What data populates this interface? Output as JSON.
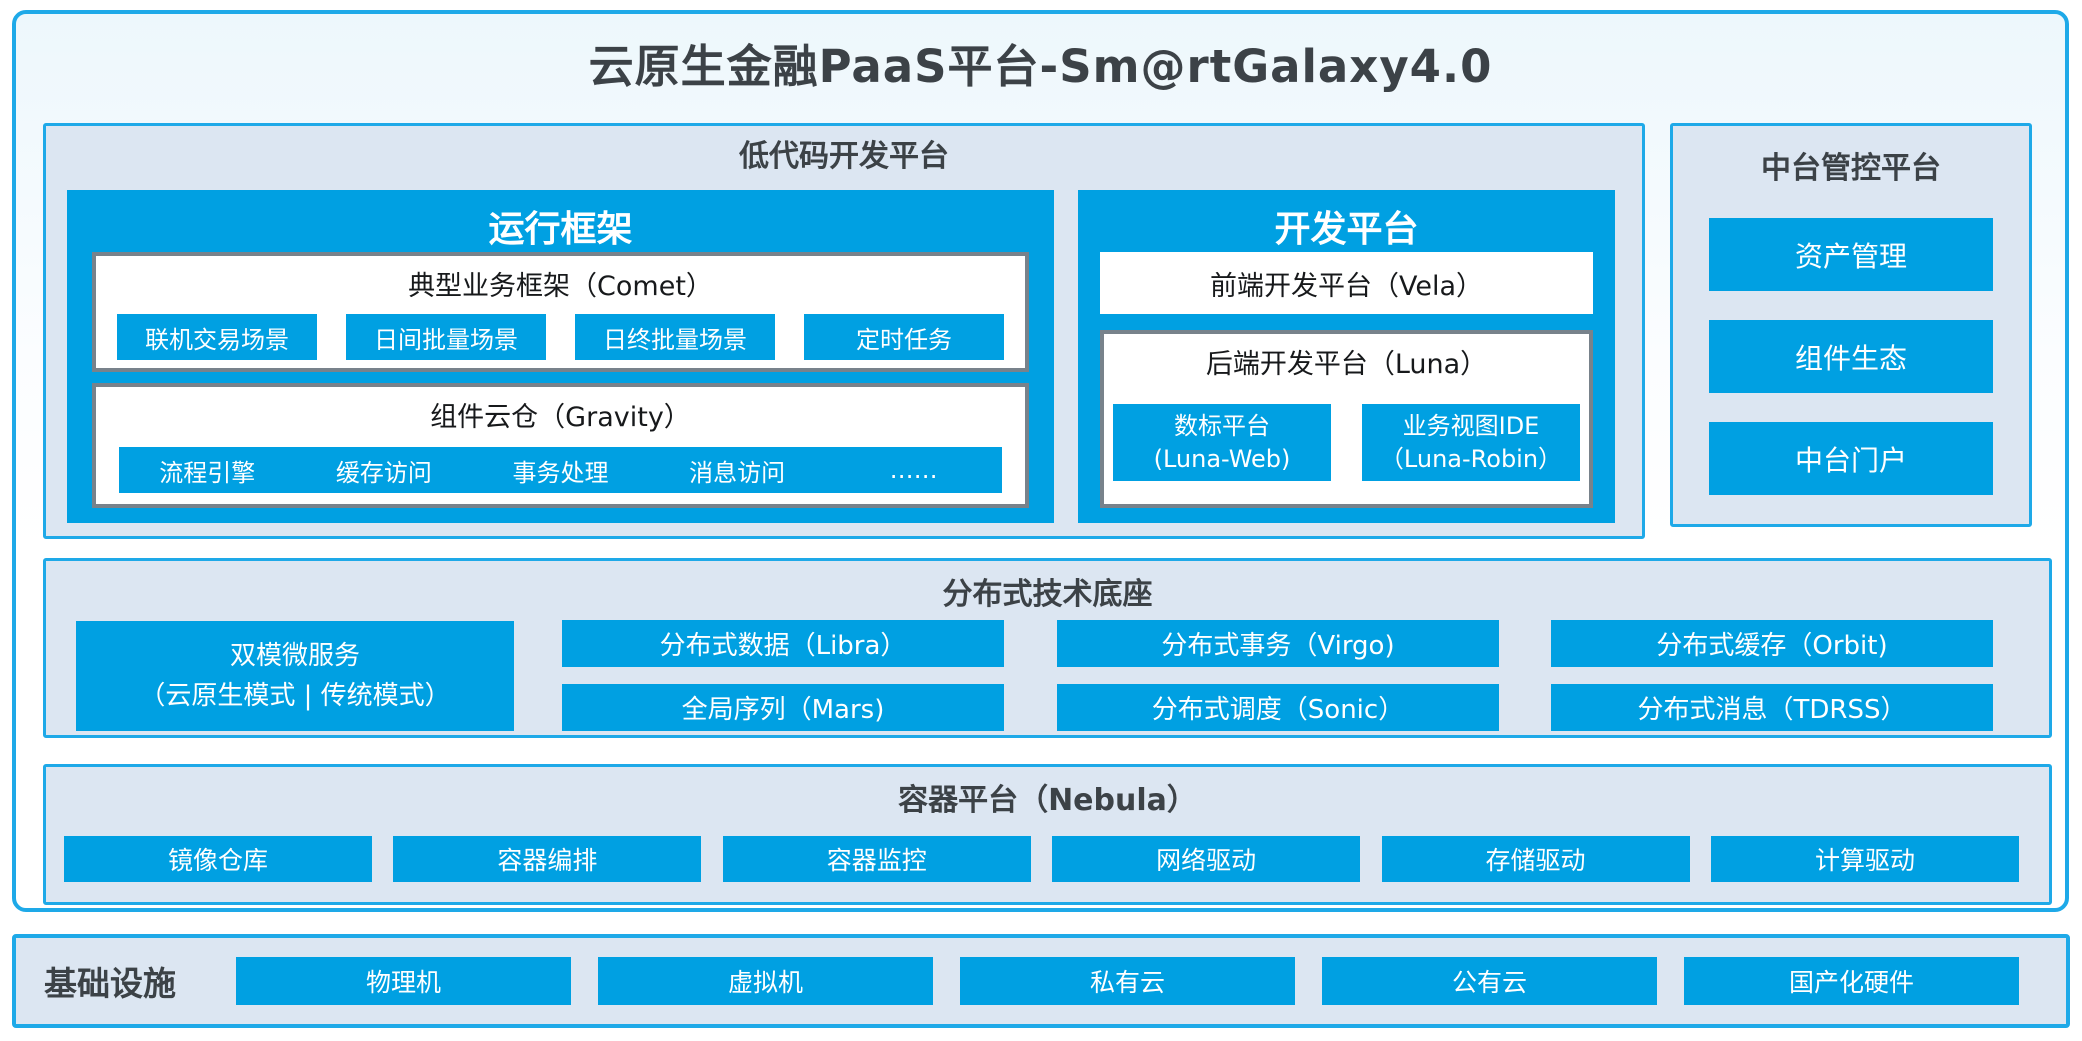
{
  "title": "云原生金融PaaS平台-Sm@rtGalaxy4.0",
  "colors": {
    "accent": "#00a0e2",
    "border": "#1ea9e8",
    "panel": "#dce6f2",
    "grayborder": "#78828b",
    "dark": "#3c4247",
    "ink": "#17191b"
  },
  "lowcode": {
    "title": "低代码开发平台",
    "runtime": {
      "title": "运行框架",
      "comet": {
        "title": "典型业务框架（Comet）",
        "items": [
          "联机交易场景",
          "日间批量场景",
          "日终批量场景",
          "定时任务"
        ]
      },
      "gravity": {
        "title": "组件云仓（Gravity）",
        "items": [
          "流程引擎",
          "缓存访问",
          "事务处理",
          "消息访问",
          "……"
        ]
      }
    },
    "dev": {
      "title": "开发平台",
      "vela": "前端开发平台（Vela）",
      "luna": {
        "title": "后端开发平台（Luna）",
        "items": [
          {
            "line1": "数标平台",
            "line2": "(Luna-Web)"
          },
          {
            "line1": "业务视图IDE",
            "line2": "（Luna-Robin）"
          }
        ]
      }
    }
  },
  "midplatform": {
    "title": "中台管控平台",
    "items": [
      "资产管理",
      "组件生态",
      "中台门户"
    ]
  },
  "distributed": {
    "title": "分布式技术底座",
    "dual": {
      "line1": "双模微服务",
      "line2": "（云原生模式 | 传统模式）"
    },
    "cells": [
      "分布式数据（Libra）",
      "分布式事务（Virgo)",
      "分布式缓存（Orbit)",
      "全局序列（Mars)",
      "分布式调度（Sonic）",
      "分布式消息（TDRSS）"
    ]
  },
  "container_platform": {
    "title": "容器平台（Nebula）",
    "items": [
      "镜像仓库",
      "容器编排",
      "容器监控",
      "网络驱动",
      "存储驱动",
      "计算驱动"
    ]
  },
  "infrastructure": {
    "title": "基础设施",
    "items": [
      "物理机",
      "虚拟机",
      "私有云",
      "公有云",
      "国产化硬件"
    ]
  }
}
